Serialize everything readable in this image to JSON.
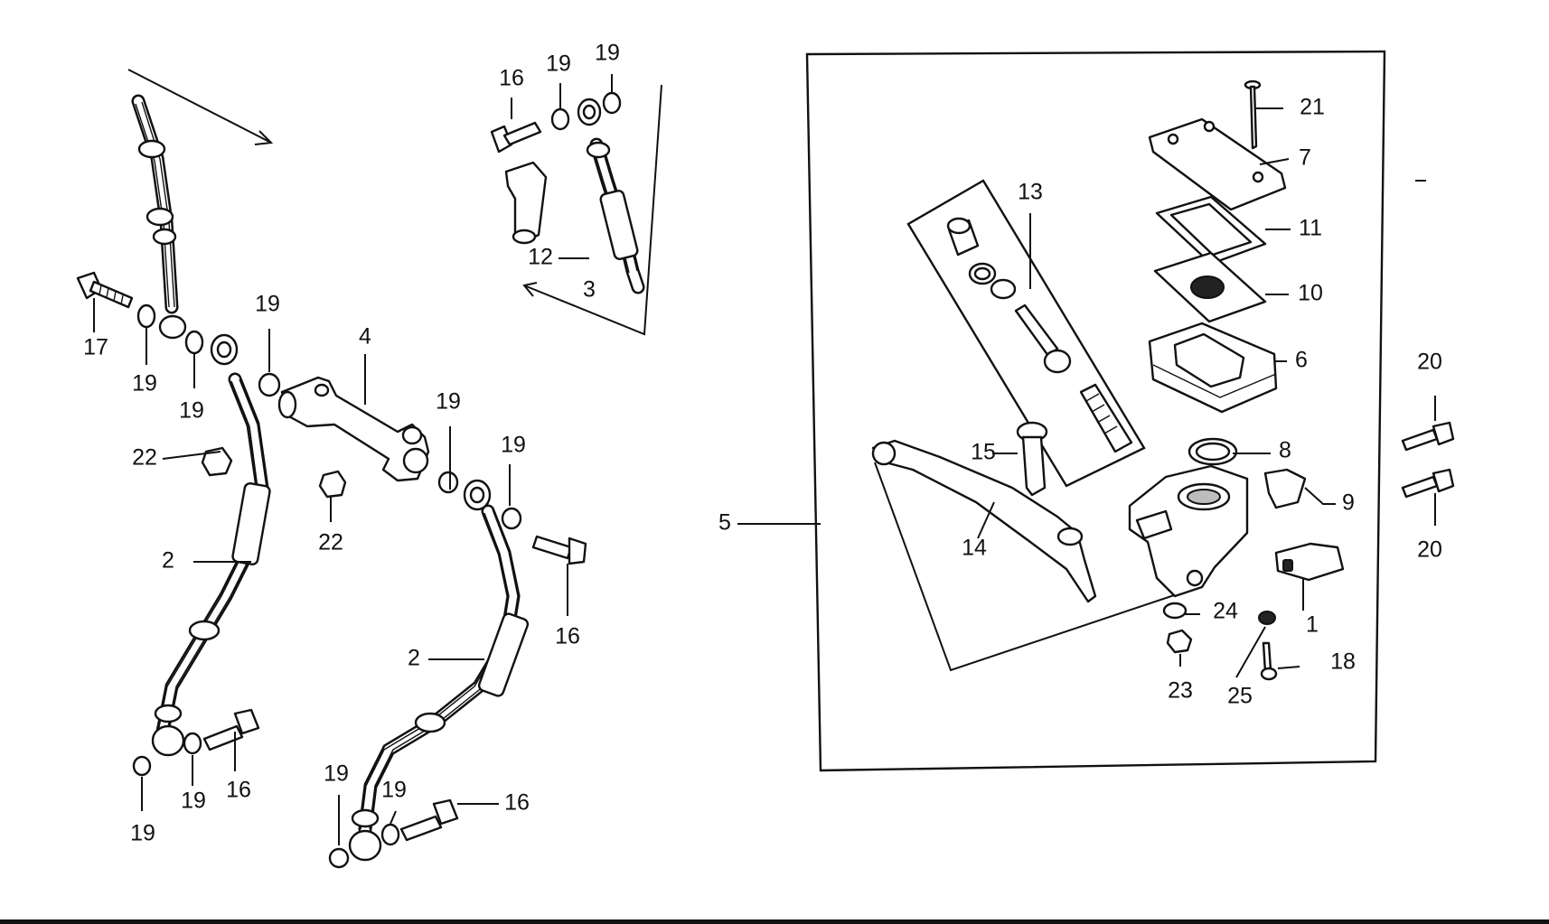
{
  "labels": {
    "l1": "1",
    "l2a": "2",
    "l2b": "2",
    "l3": "3",
    "l4": "4",
    "l5": "5",
    "l6": "6",
    "l7": "7",
    "l8": "8",
    "l9": "9",
    "l10": "10",
    "l11": "11",
    "l12": "12",
    "l13": "13",
    "l14": "14",
    "l15": "15",
    "l16a": "16",
    "l16b": "16",
    "l16c": "16",
    "l16d": "16",
    "l17": "17",
    "l18": "18",
    "l19a": "19",
    "l19b": "19",
    "l19c": "19",
    "l19d": "19",
    "l19e": "19",
    "l19f": "19",
    "l19g": "19",
    "l19h": "19",
    "l19i": "19",
    "l19j": "19",
    "l19k": "19",
    "l20a": "20",
    "l20b": "20",
    "l21": "21",
    "l22a": "22",
    "l22b": "22",
    "l23": "23",
    "l24": "24",
    "l25": "25"
  },
  "colors": {
    "ink": "#111111",
    "paper": "#ffffff"
  }
}
